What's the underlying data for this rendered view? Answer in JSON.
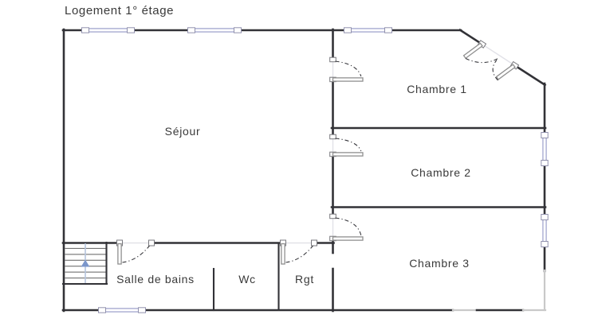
{
  "title": "Logement 1° étage",
  "rooms": [
    {
      "name": "sejour",
      "label": "Séjour"
    },
    {
      "name": "chambre1",
      "label": "Chambre 1"
    },
    {
      "name": "chambre2",
      "label": "Chambre 2"
    },
    {
      "name": "chambre3",
      "label": "Chambre 3"
    },
    {
      "name": "salle_de_bains",
      "label": "Salle de bains"
    },
    {
      "name": "wc",
      "label": "Wc"
    },
    {
      "name": "rgt",
      "label": "Rgt"
    }
  ],
  "icons": {
    "stairs_direction": "up-arrow"
  },
  "colors": {
    "bg": "#ffffff",
    "text": "#3a3a3a",
    "wall": "#323237",
    "wall_light": "#c9c9c9",
    "opening": "#e2e2e8",
    "window": "#b9bcda",
    "window_frame": "#9191ad",
    "door_leaf": "#8f8f8f",
    "stair_tread": "#5f5f5f",
    "stair_centerline": "#b5c4de",
    "stair_arrow": "#7b96cb"
  }
}
